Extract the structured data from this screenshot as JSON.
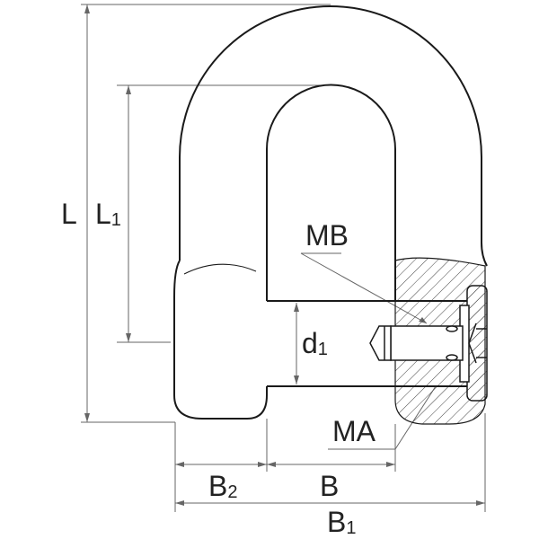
{
  "title": "Shackle dimension drawing",
  "colors": {
    "outline": "#1a1a1a",
    "dimension": "#555555",
    "hatch": "#444444"
  },
  "labels": {
    "L": {
      "main": "L",
      "sub": ""
    },
    "L1": {
      "main": "L",
      "sub": "1"
    },
    "MB": {
      "main": "MB",
      "sub": ""
    },
    "d1": {
      "main": "d",
      "sub": "1"
    },
    "MA": {
      "main": "MA",
      "sub": ""
    },
    "B2": {
      "main": "B",
      "sub": "2"
    },
    "B": {
      "main": "B",
      "sub": ""
    },
    "B1": {
      "main": "B",
      "sub": "1"
    }
  }
}
